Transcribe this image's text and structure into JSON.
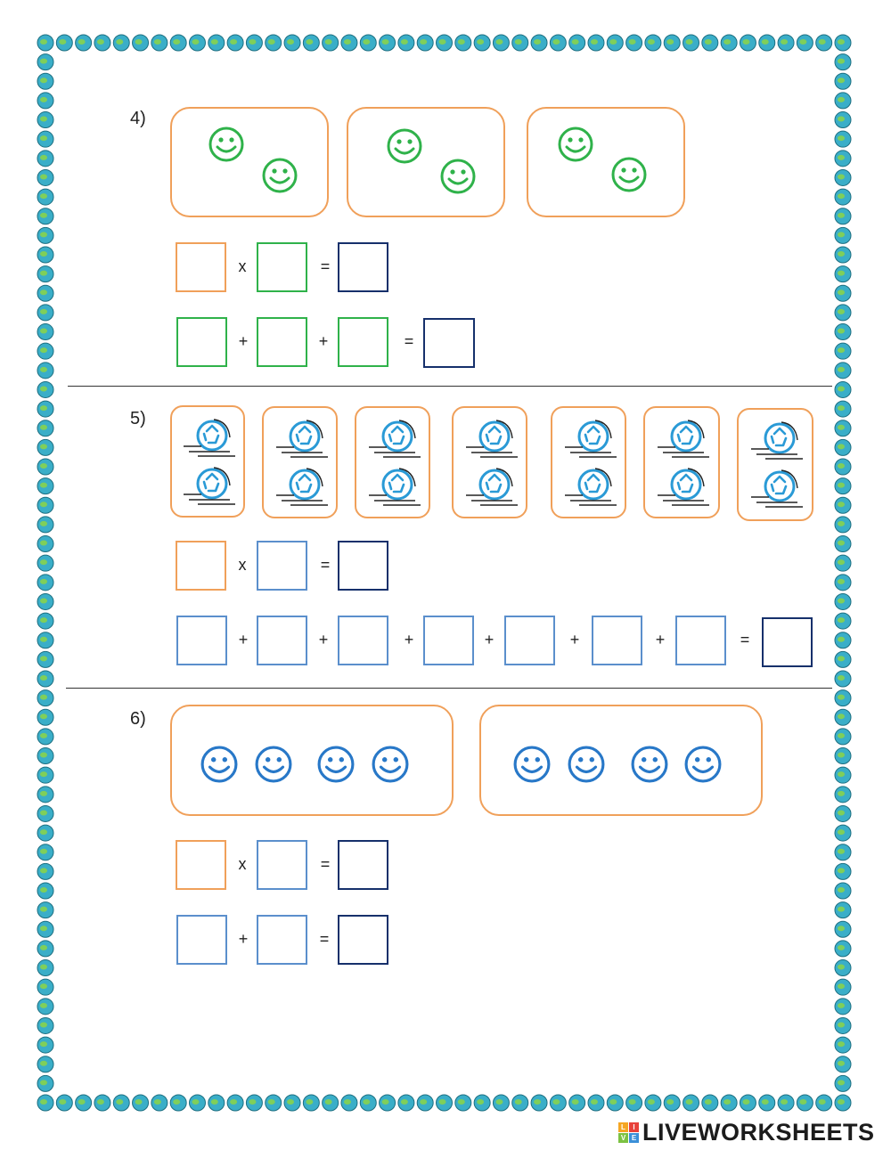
{
  "questions": [
    {
      "number": "4)",
      "object_icon": "smiley-face-icon",
      "object_color": "#2fb24a",
      "groups": 3,
      "items_per_group": 2,
      "multiplication": {
        "operator": "x",
        "equals": "="
      },
      "addition": {
        "operator": "+",
        "equals": "=",
        "addend_count": 3
      }
    },
    {
      "number": "5)",
      "object_icon": "recycle-bottle-icon",
      "object_color": "#2a9ad6",
      "groups": 7,
      "items_per_group": 2,
      "multiplication": {
        "operator": "x",
        "equals": "="
      },
      "addition": {
        "operator": "+",
        "equals": "=",
        "addend_count": 7
      }
    },
    {
      "number": "6)",
      "object_icon": "smiley-face-icon",
      "object_color": "#2878c8",
      "groups": 2,
      "items_per_group": 4,
      "multiplication": {
        "operator": "x",
        "equals": "="
      },
      "addition": {
        "operator": "+",
        "equals": "=",
        "addend_count": 2
      }
    }
  ],
  "colors": {
    "group_border": "#f0a05a",
    "factor_box": "#f0a05a",
    "answer_box": "#16306b",
    "q4_box": "#2fb24a",
    "q5_q6_box": "#5b8fcc",
    "page_border_bead": "#3aaec8"
  },
  "brand": {
    "logo_letters": [
      "L",
      "I",
      "V",
      "E"
    ],
    "text": "LIVEWORKSHEETS"
  }
}
